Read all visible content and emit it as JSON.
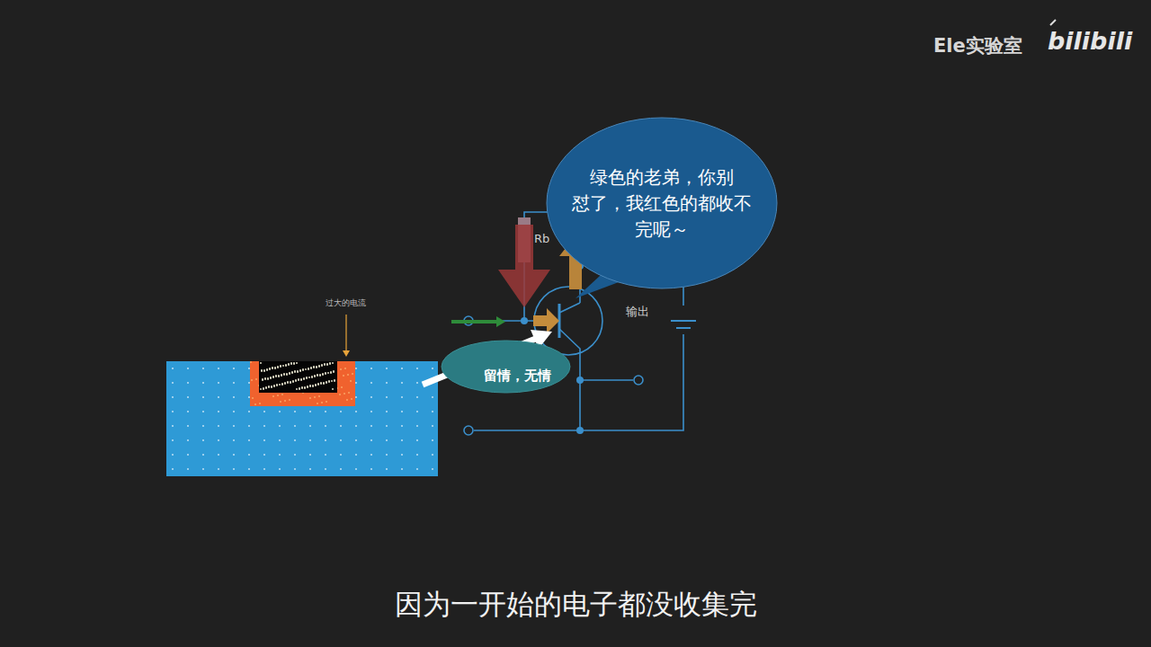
{
  "diagram": {
    "caption": "因为一开始的电子都没收集完",
    "nodes": [
      {
        "text": [
          "绿色的老弟，你别 怼了，我红色的都收不 完呢～"
        ]
      },
      {
        "text": [
          "留情，无情"
        ]
      }
    ],
    "labels": [
      "Rb",
      "输出",
      "过大的电流",
      "Ele实验室",
      "bilibili"
    ]
  }
}
